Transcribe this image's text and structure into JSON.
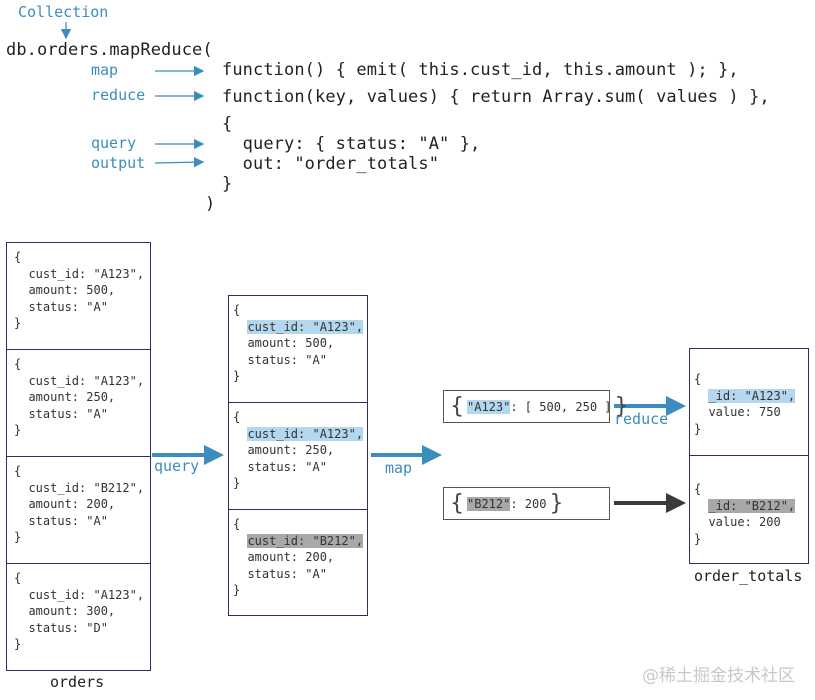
{
  "header": {
    "collection_label": "Collection",
    "code_call": "db.orders.mapReduce(",
    "labels": {
      "map": "map",
      "reduce": "reduce",
      "query": "query",
      "output": "output"
    },
    "code_lines": {
      "map_fn": "function() { emit( this.cust_id, this.amount ); },",
      "reduce_fn": "function(key, values) { return Array.sum( values ) },",
      "open_brace": "{",
      "query_line": "  query: { status: \"A\" },",
      "out_line": "  out: \"order_totals\"",
      "close_brace": "}",
      "close_paren": ")"
    }
  },
  "orders": {
    "caption": "orders",
    "docs": [
      {
        "open": "{",
        "l1": "  cust_id: \"A123\",",
        "l2": "  amount: 500,",
        "l3": "  status: \"A\"",
        "close": "}"
      },
      {
        "open": "{",
        "l1": "  cust_id: \"A123\",",
        "l2": "  amount: 250,",
        "l3": "  status: \"A\"",
        "close": "}"
      },
      {
        "open": "{",
        "l1": "  cust_id: \"B212\",",
        "l2": "  amount: 200,",
        "l3": "  status: \"A\"",
        "close": "}"
      },
      {
        "open": "{",
        "l1": "  cust_id: \"A123\",",
        "l2": "  amount: 300,",
        "l3": "  status: \"D\"",
        "close": "}"
      }
    ]
  },
  "filtered": {
    "docs": [
      {
        "open": "{",
        "l1": "cust_id: \"A123\",",
        "l2": "  amount: 500,",
        "l3": "  status: \"A\"",
        "close": "}"
      },
      {
        "open": "{",
        "l1": "cust_id: \"A123\",",
        "l2": "  amount: 250,",
        "l3": "  status: \"A\"",
        "close": "}"
      },
      {
        "open": "{",
        "l1": "cust_id: \"B212\",",
        "l2": "  amount: 200,",
        "l3": "  status: \"A\"",
        "close": "}"
      }
    ]
  },
  "flow_labels": {
    "query": "query",
    "map": "map",
    "reduce": "reduce"
  },
  "emitted": [
    {
      "key": "\"A123\"",
      "rest": ": [ 500, 250 ]"
    },
    {
      "key": "\"B212\"",
      "rest": ": 200"
    }
  ],
  "order_totals": {
    "caption": "order_totals",
    "docs": [
      {
        "open": "{",
        "l1": "_id: \"A123\",",
        "l2": "  value: 750",
        "close": "}"
      },
      {
        "open": "{",
        "l1": "_id: \"B212\",",
        "l2": "  value: 200",
        "close": "}"
      }
    ]
  },
  "watermark": "@稀土掘金技术社区",
  "colors": {
    "arrow_blue": "#3b8dbd",
    "arrow_dark": "#3a3a3a",
    "highlight_blue": "#b3d7ee",
    "highlight_gray": "#a8a8a8",
    "box_border": "#2b2f66"
  }
}
